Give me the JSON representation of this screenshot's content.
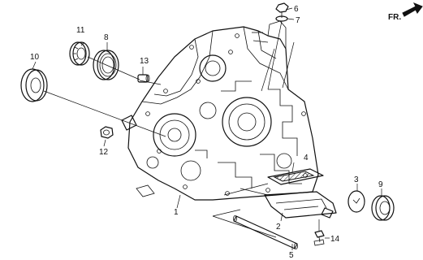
{
  "direction_label": "FR.",
  "callouts": {
    "c1": "1",
    "c2": "2",
    "c3": "3",
    "c4": "4",
    "c5": "5",
    "c6": "6",
    "c7": "7",
    "c8": "8",
    "c9": "9",
    "c10": "10",
    "c11": "11",
    "c12": "12",
    "c13": "13",
    "c14": "14"
  }
}
